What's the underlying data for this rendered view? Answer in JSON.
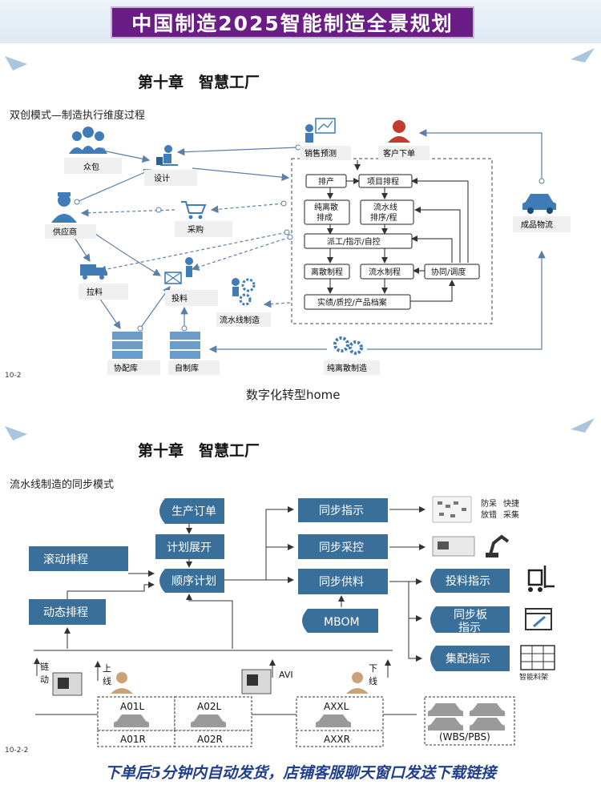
{
  "banner": {
    "title": "中国制造2025智能制造全景规划"
  },
  "diagram1": {
    "chapter": "第十章　智慧工厂",
    "subtitle": "双创模式—制造执行维度过程",
    "page_number": "10-2",
    "caption": "数字化转型home",
    "nodes": {
      "crowd": "众包",
      "design": "设计",
      "sales_forecast": "销售预测",
      "customer_order": "客户下单",
      "supplier": "供应商",
      "purchase": "采购",
      "logistics": "成品物流",
      "pull": "拉料",
      "feed": "投料",
      "flowline": "流水线制造",
      "coop_store": "协配库",
      "self_store": "自制库",
      "discrete": "纯离散制造"
    },
    "process": {
      "scheduling": "排产",
      "project_scheduling": "项目排程",
      "discrete_schedule_l1": "纯离散",
      "discrete_schedule_l2": "排成",
      "line_schedule_l1": "流水线",
      "line_schedule_l2": "排序/程",
      "dispatch": "派工/指示/自控",
      "discrete_control": "离散制程",
      "line_control": "流水制程",
      "coordination": "协同/调度",
      "records": "实绩/质控/产品档案"
    }
  },
  "diagram2": {
    "chapter": "第十章　智慧工厂",
    "subtitle": "流水线制造的同步模式",
    "page_number": "10-2-2",
    "boxes": {
      "production_order": "生产订单",
      "plan_expand": "计划展开",
      "sequence_plan": "顺序计划",
      "rolling_schedule": "滚动排程",
      "dynamic_schedule": "动态排程",
      "sync_instruction": "同步指示",
      "sync_collect": "同步采控",
      "sync_supply": "同步供料",
      "mbom": "MBOM",
      "feed_instruction": "投料指示",
      "sync_board_l1": "同步板",
      "sync_board_l2": "指示",
      "kit_instruction": "集配指示"
    },
    "labels": {
      "foolproof": "防呆",
      "quick_pick": "快捷",
      "error_proof": "放错",
      "collect": "采集",
      "smart_rack": "智能料架",
      "chain_l1": "链",
      "chain_l2": "动",
      "online_l1": "上",
      "online_l2": "线",
      "avi": "AVI",
      "offline_l1": "下",
      "offline_l2": "线",
      "a01l": "A01L",
      "a02l": "A02L",
      "axxl": "AXXL",
      "a01r": "A01R",
      "a02r": "A02R",
      "axxr": "AXXR",
      "wbs_pbs": "(WBS/PBS)"
    }
  },
  "footer": {
    "text": "下单后5分钟内自动发货，店铺客服聊天窗口发送下载链接"
  },
  "colors": {
    "banner": "#6b1d86",
    "box_blue": "#3a6f9a",
    "icon_blue": "#3f7cb8",
    "arrow": "#5a7fa8",
    "footer": "#1f3e8c"
  }
}
